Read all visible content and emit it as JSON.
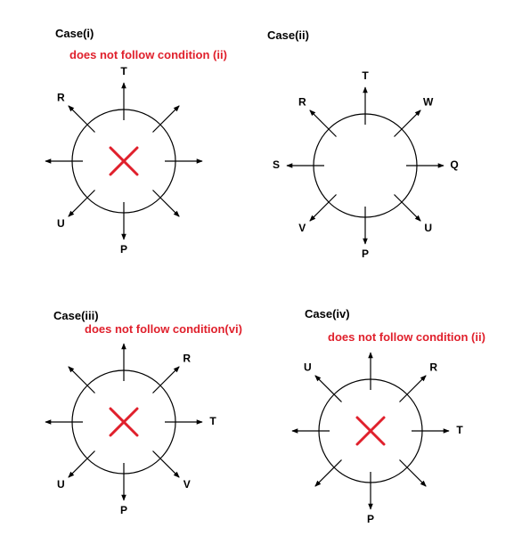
{
  "colors": {
    "note": "#e0202c",
    "cross": "#e0202c",
    "ink": "#000000"
  },
  "cases": [
    {
      "title": "Case(i)",
      "note": "does not follow condition (ii)",
      "has_cross": true,
      "arrows": [
        {
          "dir": "N",
          "label": "T"
        },
        {
          "dir": "NE",
          "label": ""
        },
        {
          "dir": "E",
          "label": ""
        },
        {
          "dir": "SE",
          "label": ""
        },
        {
          "dir": "S",
          "label": "P"
        },
        {
          "dir": "SW",
          "label": "U"
        },
        {
          "dir": "W",
          "label": ""
        },
        {
          "dir": "NW",
          "label": "R"
        }
      ]
    },
    {
      "title": "Case(ii)",
      "note": "",
      "has_cross": false,
      "arrows": [
        {
          "dir": "N",
          "label": "T"
        },
        {
          "dir": "NE",
          "label": "W"
        },
        {
          "dir": "E",
          "label": "Q"
        },
        {
          "dir": "SE",
          "label": "U"
        },
        {
          "dir": "S",
          "label": "P"
        },
        {
          "dir": "SW",
          "label": "V"
        },
        {
          "dir": "W",
          "label": "S"
        },
        {
          "dir": "NW",
          "label": "R"
        }
      ]
    },
    {
      "title": "Case(iii)",
      "note": "does not follow condition(vi)",
      "has_cross": true,
      "arrows": [
        {
          "dir": "N",
          "label": ""
        },
        {
          "dir": "NE",
          "label": "R"
        },
        {
          "dir": "E",
          "label": "T"
        },
        {
          "dir": "SE",
          "label": "V"
        },
        {
          "dir": "S",
          "label": "P"
        },
        {
          "dir": "SW",
          "label": "U"
        },
        {
          "dir": "W",
          "label": ""
        },
        {
          "dir": "NW",
          "label": ""
        }
      ]
    },
    {
      "title": "Case(iv)",
      "note": "does not follow condition (ii)",
      "has_cross": true,
      "arrows": [
        {
          "dir": "N",
          "label": ""
        },
        {
          "dir": "NE",
          "label": "R"
        },
        {
          "dir": "E",
          "label": "T"
        },
        {
          "dir": "SE",
          "label": ""
        },
        {
          "dir": "S",
          "label": "P"
        },
        {
          "dir": "SW",
          "label": ""
        },
        {
          "dir": "W",
          "label": ""
        },
        {
          "dir": "NW",
          "label": "U"
        }
      ]
    }
  ]
}
